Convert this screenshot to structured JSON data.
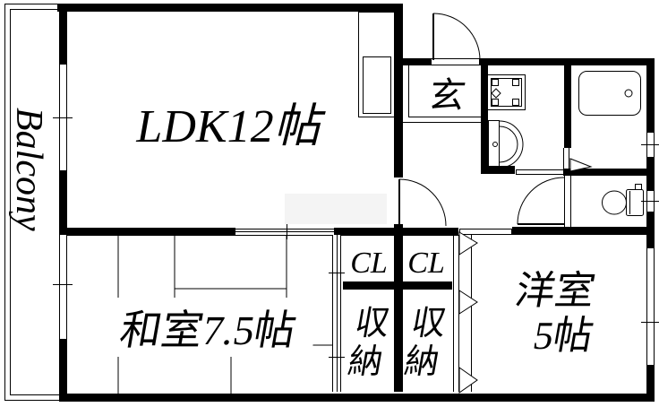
{
  "colors": {
    "line": "#000000",
    "background": "#ffffff"
  },
  "labels": {
    "balcony": "Balcony",
    "ldk": "LDK12帖",
    "entrance": "玄",
    "japanese_room": "和室7.5帖",
    "closet_left": "CL",
    "closet_right": "CL",
    "storage_left": "収納",
    "storage_right": "収納",
    "western_room_name": "洋室",
    "western_room_size": "5帖"
  }
}
